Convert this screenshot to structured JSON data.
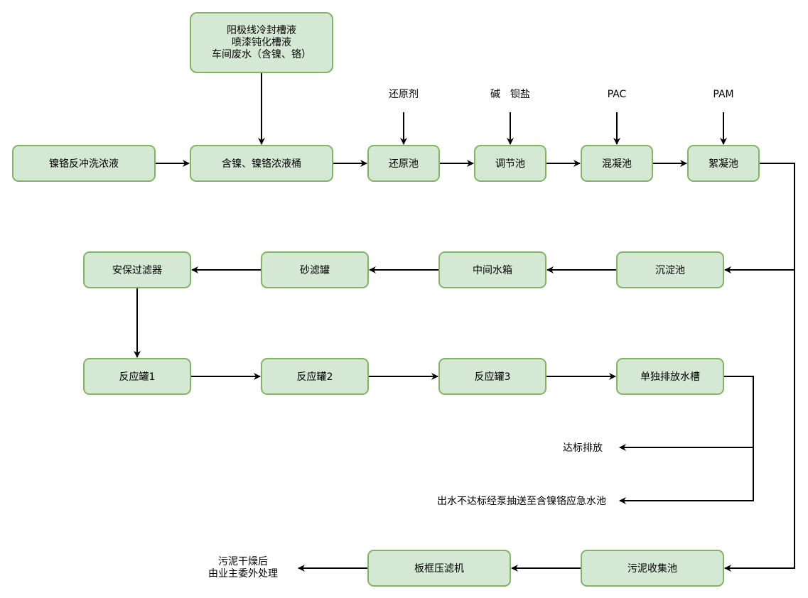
{
  "nodes": {
    "source_liquids": [
      "阳极线冷封槽液",
      "喷漆钝化槽液",
      "车间废水（含镍、铬）"
    ],
    "backwash": "镍铬反冲洗浓液",
    "concentrate_tank": "含镍、镍铬浓液桶",
    "reduction_pool": "还原池",
    "adjust_pool": "调节池",
    "coagulation_pool": "混凝池",
    "flocculation_pool": "絮凝池",
    "sedimentation_pool": "沉淀池",
    "middle_tank": "中间水箱",
    "sand_filter": "砂滤罐",
    "security_filter": "安保过滤器",
    "reactor_1": "反应罐1",
    "reactor_2": "反应罐2",
    "reactor_3": "反应罐3",
    "discharge_tank": "单独排放水槽",
    "sludge_pool": "污泥收集池",
    "filter_press": "板框压滤机"
  },
  "labels": {
    "reducer": "还原剂",
    "alkali": "碱　钡盐",
    "pac": "PAC",
    "pam": "PAM",
    "compliant": "达标排放",
    "noncompliant": "出水不达标经泵抽送至含镍铬应急水池",
    "sludge_disposal": [
      "污泥干燥后",
      "由业主委外处理"
    ]
  },
  "colors": {
    "node_fill": "#d5e8d4",
    "node_stroke": "#82b366",
    "edge": "#000000"
  }
}
